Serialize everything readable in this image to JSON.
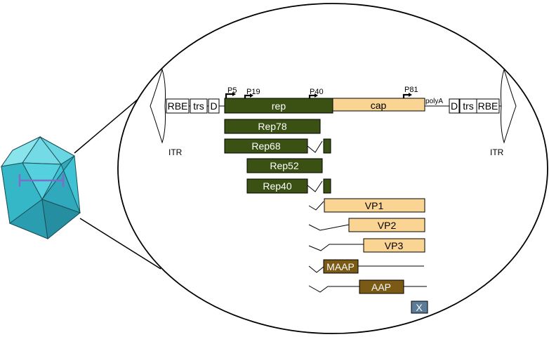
{
  "genome": {
    "left_itr": {
      "elements": [
        "RBE",
        "trs",
        "D"
      ],
      "label": "ITR"
    },
    "right_itr": {
      "elements": [
        "D",
        "trs",
        "RBE"
      ],
      "label": "ITR"
    },
    "genes": [
      {
        "name": "rep",
        "color": "#3b5114"
      },
      {
        "name": "cap",
        "color": "#f9d493"
      }
    ],
    "promoters": [
      "P5",
      "P19",
      "P40",
      "P81"
    ],
    "polyA": "polyA"
  },
  "products": {
    "rep": [
      "Rep78",
      "Rep68",
      "Rep52",
      "Rep40"
    ],
    "cap": [
      "VP1",
      "VP2",
      "VP3"
    ],
    "auxiliary": [
      "MAAP",
      "AAP",
      "X"
    ]
  },
  "colors": {
    "rep": "#3b5114",
    "cap": "#f9d493",
    "aux": "#7a5a14",
    "x": "#5b7d99",
    "capsid": "#3ec6d6"
  }
}
